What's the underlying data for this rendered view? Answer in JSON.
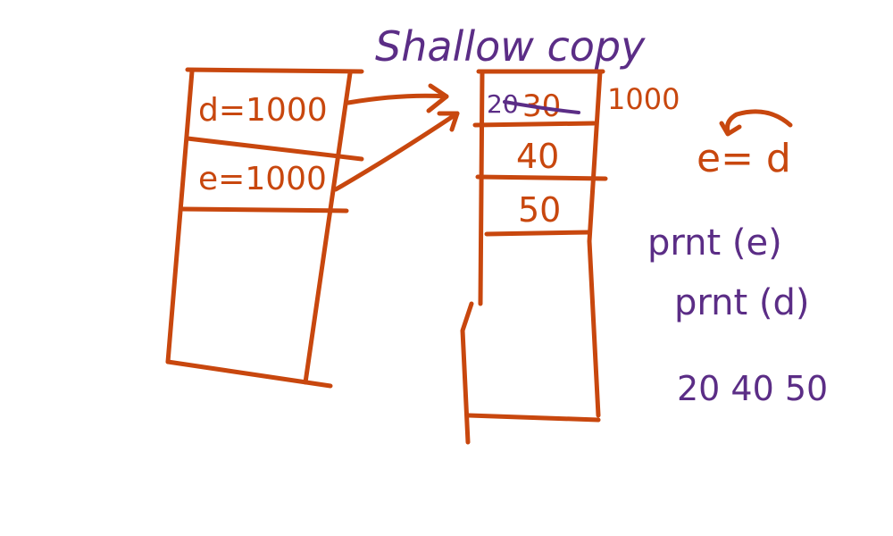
{
  "title": "Shallow copy",
  "stack": {
    "var_d": "d=1000",
    "var_e": "e=1000"
  },
  "heap": {
    "address": "1000",
    "cell_1_old": "20",
    "cell_1_struck": "30",
    "cell_2": "40",
    "cell_3": "50"
  },
  "notes": {
    "assignment": "e= d",
    "print_e": "prnt (e)",
    "print_d": "prnt (d)",
    "output": "20 40 50"
  },
  "colors": {
    "orange_ink": "#c8470e",
    "purple_ink": "#5b2d86"
  }
}
